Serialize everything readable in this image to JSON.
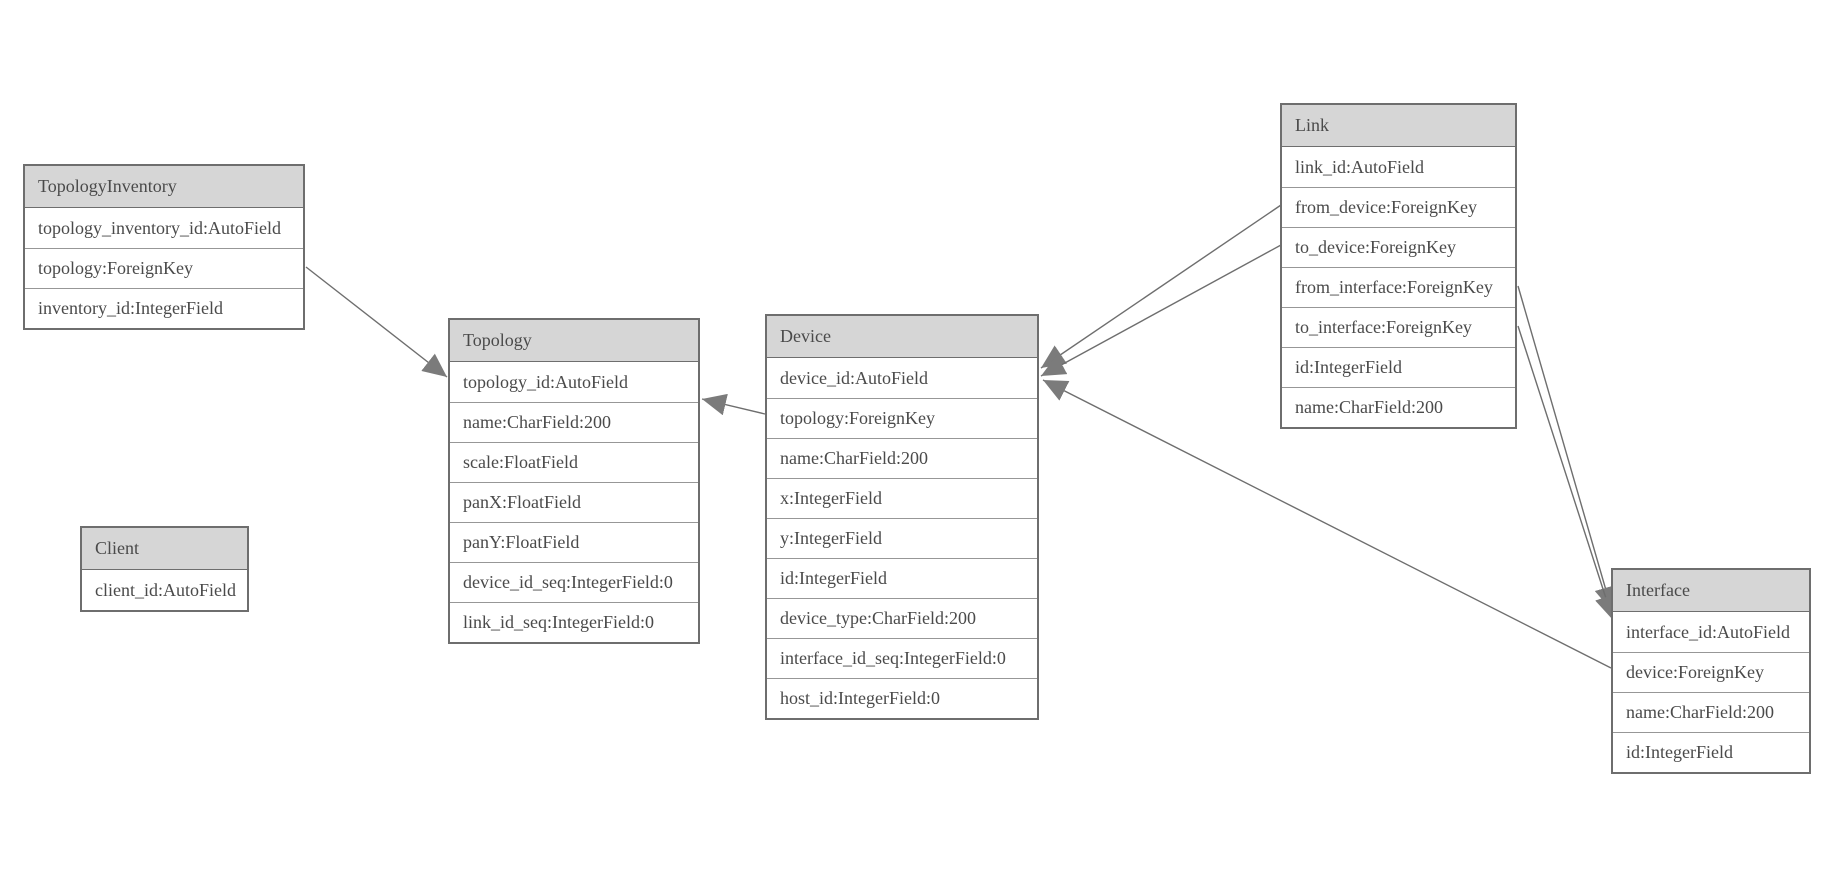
{
  "diagram": {
    "type": "entity-relationship-model-diagram",
    "background": "#ffffff"
  },
  "colors": {
    "header_bg": "#d6d6d6",
    "border": "#6e6e6e",
    "row_separator": "#979797",
    "text": "#4a4a4a",
    "edge_line": "#6e6e6e",
    "arrowhead_fill": "#7b7b7b"
  },
  "entities": [
    {
      "name": "TopologyInventory",
      "fields": [
        "topology_inventory_id:AutoField",
        "topology:ForeignKey",
        "inventory_id:IntegerField"
      ]
    },
    {
      "name": "Topology",
      "fields": [
        "topology_id:AutoField",
        "name:CharField:200",
        "scale:FloatField",
        "panX:FloatField",
        "panY:FloatField",
        "device_id_seq:IntegerField:0",
        "link_id_seq:IntegerField:0"
      ]
    },
    {
      "name": "Client",
      "fields": [
        "client_id:AutoField"
      ]
    },
    {
      "name": "Device",
      "fields": [
        "device_id:AutoField",
        "topology:ForeignKey",
        "name:CharField:200",
        "x:IntegerField",
        "y:IntegerField",
        "id:IntegerField",
        "device_type:CharField:200",
        "interface_id_seq:IntegerField:0",
        "host_id:IntegerField:0"
      ]
    },
    {
      "name": "Link",
      "fields": [
        "link_id:AutoField",
        "from_device:ForeignKey",
        "to_device:ForeignKey",
        "from_interface:ForeignKey",
        "to_interface:ForeignKey",
        "id:IntegerField",
        "name:CharField:200"
      ]
    },
    {
      "name": "Interface",
      "fields": [
        "interface_id:AutoField",
        "device:ForeignKey",
        "name:CharField:200",
        "id:IntegerField"
      ]
    }
  ],
  "relationships": [
    {
      "from": "TopologyInventory.topology",
      "to": "Topology",
      "arrow_at": "Topology"
    },
    {
      "from": "Device.topology",
      "to": "Topology",
      "arrow_at": "Topology"
    },
    {
      "from": "Link.from_device",
      "to": "Device",
      "arrow_at": "Device"
    },
    {
      "from": "Link.to_device",
      "to": "Device",
      "arrow_at": "Device"
    },
    {
      "from": "Link.from_interface",
      "to": "Interface",
      "arrow_at": "Interface"
    },
    {
      "from": "Link.to_interface",
      "to": "Interface",
      "arrow_at": "Interface"
    },
    {
      "from": "Interface.device",
      "to": "Device",
      "arrow_at": "Device"
    }
  ]
}
